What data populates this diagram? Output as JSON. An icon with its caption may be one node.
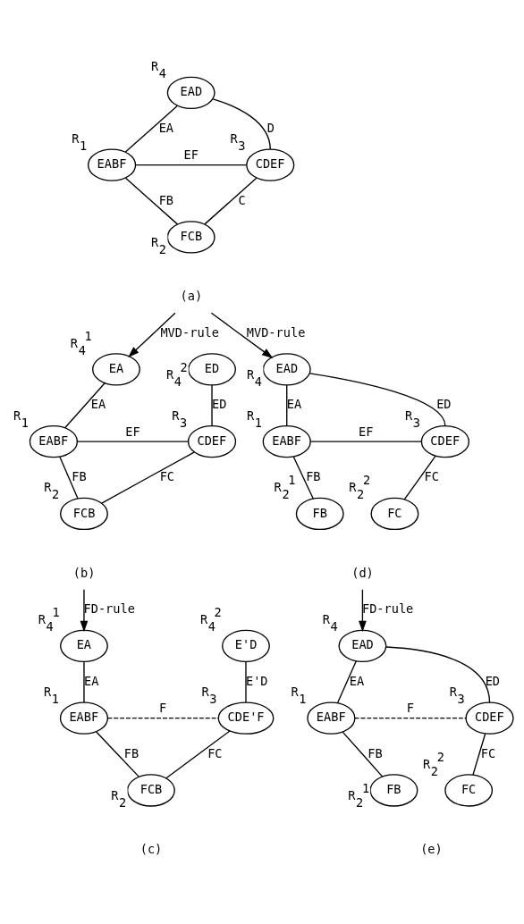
{
  "diagram": {
    "nodes": [
      {
        "text": [
          "EAD"
        ],
        "beside": [
          "R$_{4}$"
        ]
      },
      {
        "text": [
          "EABF"
        ],
        "beside": [
          "R$_{1}$"
        ]
      },
      {
        "text": [
          "CDEF"
        ],
        "beside": [
          "R$_{3}$"
        ]
      },
      {
        "text": [
          "FCB"
        ],
        "beside": [
          "R$_{2}$"
        ]
      },
      {
        "text": [
          "(a)"
        ]
      },
      {
        "text": [
          "EA"
        ],
        "beside": [
          "R$_{4}$$^{1}$"
        ]
      },
      {
        "text": [
          "ED"
        ],
        "beside": [
          "R$_{4}$$^{2}$"
        ]
      },
      {
        "text": [
          "EABF"
        ],
        "beside": [
          "R$_{1}$"
        ]
      },
      {
        "text": [
          "CDEF"
        ],
        "beside": [
          "R$_{3}$"
        ]
      },
      {
        "text": [
          "FCB"
        ],
        "beside": [
          "R$_{2}$"
        ]
      },
      {
        "text": [
          "(b)"
        ]
      },
      {
        "text": [
          "EAD"
        ],
        "beside": [
          "R$_{4}$"
        ]
      },
      {
        "text": [
          "EABF"
        ],
        "beside": [
          "R$_{1}$"
        ]
      },
      {
        "text": [
          "CDEF"
        ],
        "beside": [
          "R$_{3}$"
        ]
      },
      {
        "text": [
          "FB"
        ],
        "beside": [
          "R$_{2}$$^{1}$"
        ]
      },
      {
        "text": [
          "FC"
        ],
        "beside": [
          "R$_{2}$$^{2}$"
        ]
      },
      {
        "text": [
          "(d)"
        ]
      },
      {
        "text": [
          "EA"
        ],
        "beside": [
          "R$_{4}$$^{1}$"
        ]
      },
      {
        "text": [
          "E'D"
        ],
        "beside": [
          "R$_{4}$$^{2}$"
        ]
      },
      {
        "text": [
          "EABF"
        ],
        "beside": [
          "R$_{1}$"
        ]
      },
      {
        "text": [
          "CDE'F"
        ],
        "beside": [
          "R$_{3}$"
        ]
      },
      {
        "text": [
          "FCB"
        ],
        "beside": [
          "R$_{2}$"
        ]
      },
      {
        "text": [
          "(c)"
        ]
      },
      {
        "text": [
          "EAD"
        ],
        "beside": [
          "R$_{4}$"
        ]
      },
      {
        "text": [
          "EABF"
        ],
        "beside": [
          "R$_{1}$"
        ]
      },
      {
        "text": [
          "CDEF"
        ],
        "beside": [
          "R$_{3}$"
        ]
      },
      {
        "text": [
          "FB"
        ],
        "beside": [
          "R$_{2}$$^{1}$"
        ]
      },
      {
        "text": [
          "FC"
        ],
        "beside": [
          "R$_{2}$$^{2}$"
        ]
      },
      {
        "text": [
          "(e)"
        ]
      }
    ],
    "edges": [
      {
        "from": 0,
        "to": 1,
        "arrow": "none",
        "label": "EA"
      },
      {
        "from": 0,
        "to": 2,
        "arrow": "none",
        "label": "D"
      },
      {
        "from": 1,
        "to": 2,
        "arrow": "none",
        "label": "EF"
      },
      {
        "from": 1,
        "to": 3,
        "arrow": "none",
        "label": "FB"
      },
      {
        "from": 2,
        "to": 3,
        "arrow": "none",
        "label": "C"
      },
      {
        "from": 4,
        "to": 5,
        "arrow": "to",
        "label": "MVD-rule"
      },
      {
        "from": 4,
        "to": 11,
        "arrow": "to",
        "label": "MVD-rule"
      },
      {
        "from": 5,
        "to": 7,
        "arrow": "none",
        "label": "EA"
      },
      {
        "from": 6,
        "to": 8,
        "arrow": "none",
        "label": "ED"
      },
      {
        "from": 7,
        "to": 8,
        "arrow": "none",
        "label": "EF"
      },
      {
        "from": 7,
        "to": 9,
        "arrow": "none",
        "label": "FB"
      },
      {
        "from": 8,
        "to": 9,
        "arrow": "none",
        "label": "FC"
      },
      {
        "from": 11,
        "to": 12,
        "arrow": "none",
        "label": "EA"
      },
      {
        "from": 11,
        "to": 13,
        "arrow": "none",
        "label": "ED"
      },
      {
        "from": 12,
        "to": 13,
        "arrow": "none",
        "label": "EF"
      },
      {
        "from": 12,
        "to": 14,
        "arrow": "none",
        "label": "FB"
      },
      {
        "from": 13,
        "to": 15,
        "arrow": "none",
        "label": "FC"
      },
      {
        "from": 10,
        "to": 17,
        "arrow": "to",
        "label": "FD-rule"
      },
      {
        "from": 16,
        "to": 23,
        "arrow": "to",
        "label": "FD-rule"
      },
      {
        "from": 17,
        "to": 19,
        "arrow": "none",
        "label": "EA"
      },
      {
        "from": 18,
        "to": 20,
        "arrow": "none",
        "label": "E'D"
      },
      {
        "from": 19,
        "to": 20,
        "arrow": "none",
        "label": "F",
        "style": "dashed"
      },
      {
        "from": 19,
        "to": 21,
        "arrow": "none",
        "label": "FB"
      },
      {
        "from": 20,
        "to": 21,
        "arrow": "none",
        "label": "FC"
      },
      {
        "from": 23,
        "to": 24,
        "arrow": "none",
        "label": "EA"
      },
      {
        "from": 23,
        "to": 25,
        "arrow": "none",
        "label": "ED"
      },
      {
        "from": 24,
        "to": 25,
        "arrow": "none",
        "label": "F",
        "style": "dashed"
      },
      {
        "from": 24,
        "to": 26,
        "arrow": "none",
        "label": "FB"
      },
      {
        "from": 25,
        "to": 27,
        "arrow": "none",
        "label": "FC"
      }
    ]
  }
}
